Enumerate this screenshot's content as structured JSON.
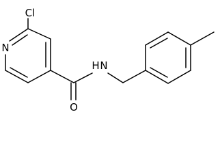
{
  "molecule": {
    "atoms": {
      "chlorine": "Cl",
      "ring_nitrogen": "N",
      "carbonyl_oxygen": "O",
      "amide_nitrogen": "N",
      "amide_hydrogen": "H"
    }
  },
  "colors": {
    "bond": "#000000",
    "label": "#000000",
    "background": "#ffffff"
  }
}
